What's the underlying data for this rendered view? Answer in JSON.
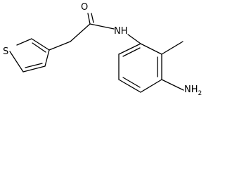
{
  "structure": {
    "atom_labels": {
      "sulfur": "S",
      "oxygen": "O",
      "amide_nitrogen": "NH",
      "amine": "NH2"
    }
  }
}
